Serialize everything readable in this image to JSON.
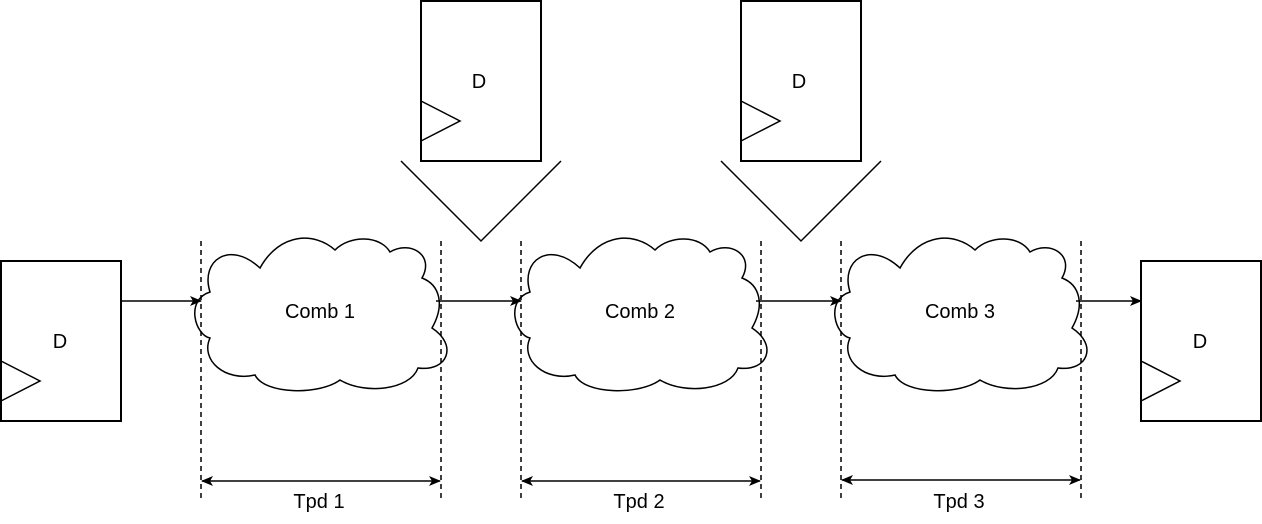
{
  "diagram": {
    "flipflops": [
      {
        "label": "D"
      },
      {
        "label": "D"
      },
      {
        "label": "D"
      },
      {
        "label": "D"
      }
    ],
    "combs": [
      {
        "label": "Comb 1"
      },
      {
        "label": "Comb 2"
      },
      {
        "label": "Comb 3"
      }
    ],
    "timing": [
      {
        "label": "Tpd 1"
      },
      {
        "label": "Tpd 2"
      },
      {
        "label": "Tpd 3"
      }
    ]
  }
}
